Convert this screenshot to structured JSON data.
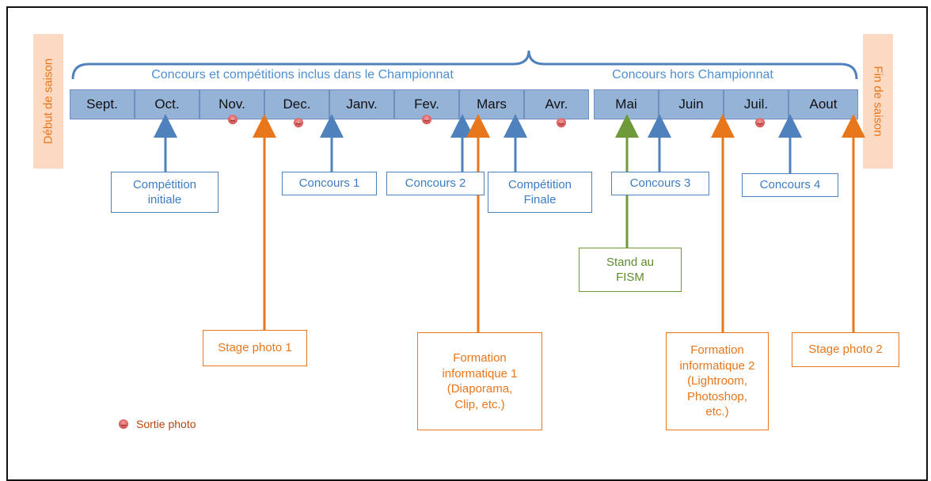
{
  "side_labels": {
    "start": "Début de saison",
    "end": "Fin de saison"
  },
  "brackets": {
    "championship": "Concours et compétitions inclus dans le Championnat",
    "non_championship": "Concours hors Championnat"
  },
  "months": [
    "Sept.",
    "Oct.",
    "Nov.",
    "Dec.",
    "Janv.",
    "Fev.",
    "Mars",
    "Avr.",
    "Mai",
    "Juin",
    "Juil.",
    "Aout"
  ],
  "events": {
    "competition_initiale": "Compétition\ninitiale",
    "concours_1": "Concours 1",
    "concours_2": "Concours 2",
    "competition_finale": "Compétition\nFinale",
    "concours_3": "Concours 3",
    "concours_4": "Concours 4",
    "stand_fism": "Stand au\nFISM",
    "stage_photo_1": "Stage photo 1",
    "formation_1": "Formation\ninformatique 1\n(Diaporama,\nClip, etc.)",
    "formation_2": "Formation\ninformatique 2\n(Lightroom,\nPhotoshop,\netc.)",
    "stage_photo_2": "Stage photo 2"
  },
  "legend": {
    "sortie_photo": "Sortie photo"
  },
  "colors": {
    "blue": "#4f81bd",
    "orange": "#e8761a",
    "green": "#6f9a3a",
    "month_fill": "#95b3d7",
    "side_fill": "#fbd9c2",
    "sortie_dot": "#e06666"
  }
}
